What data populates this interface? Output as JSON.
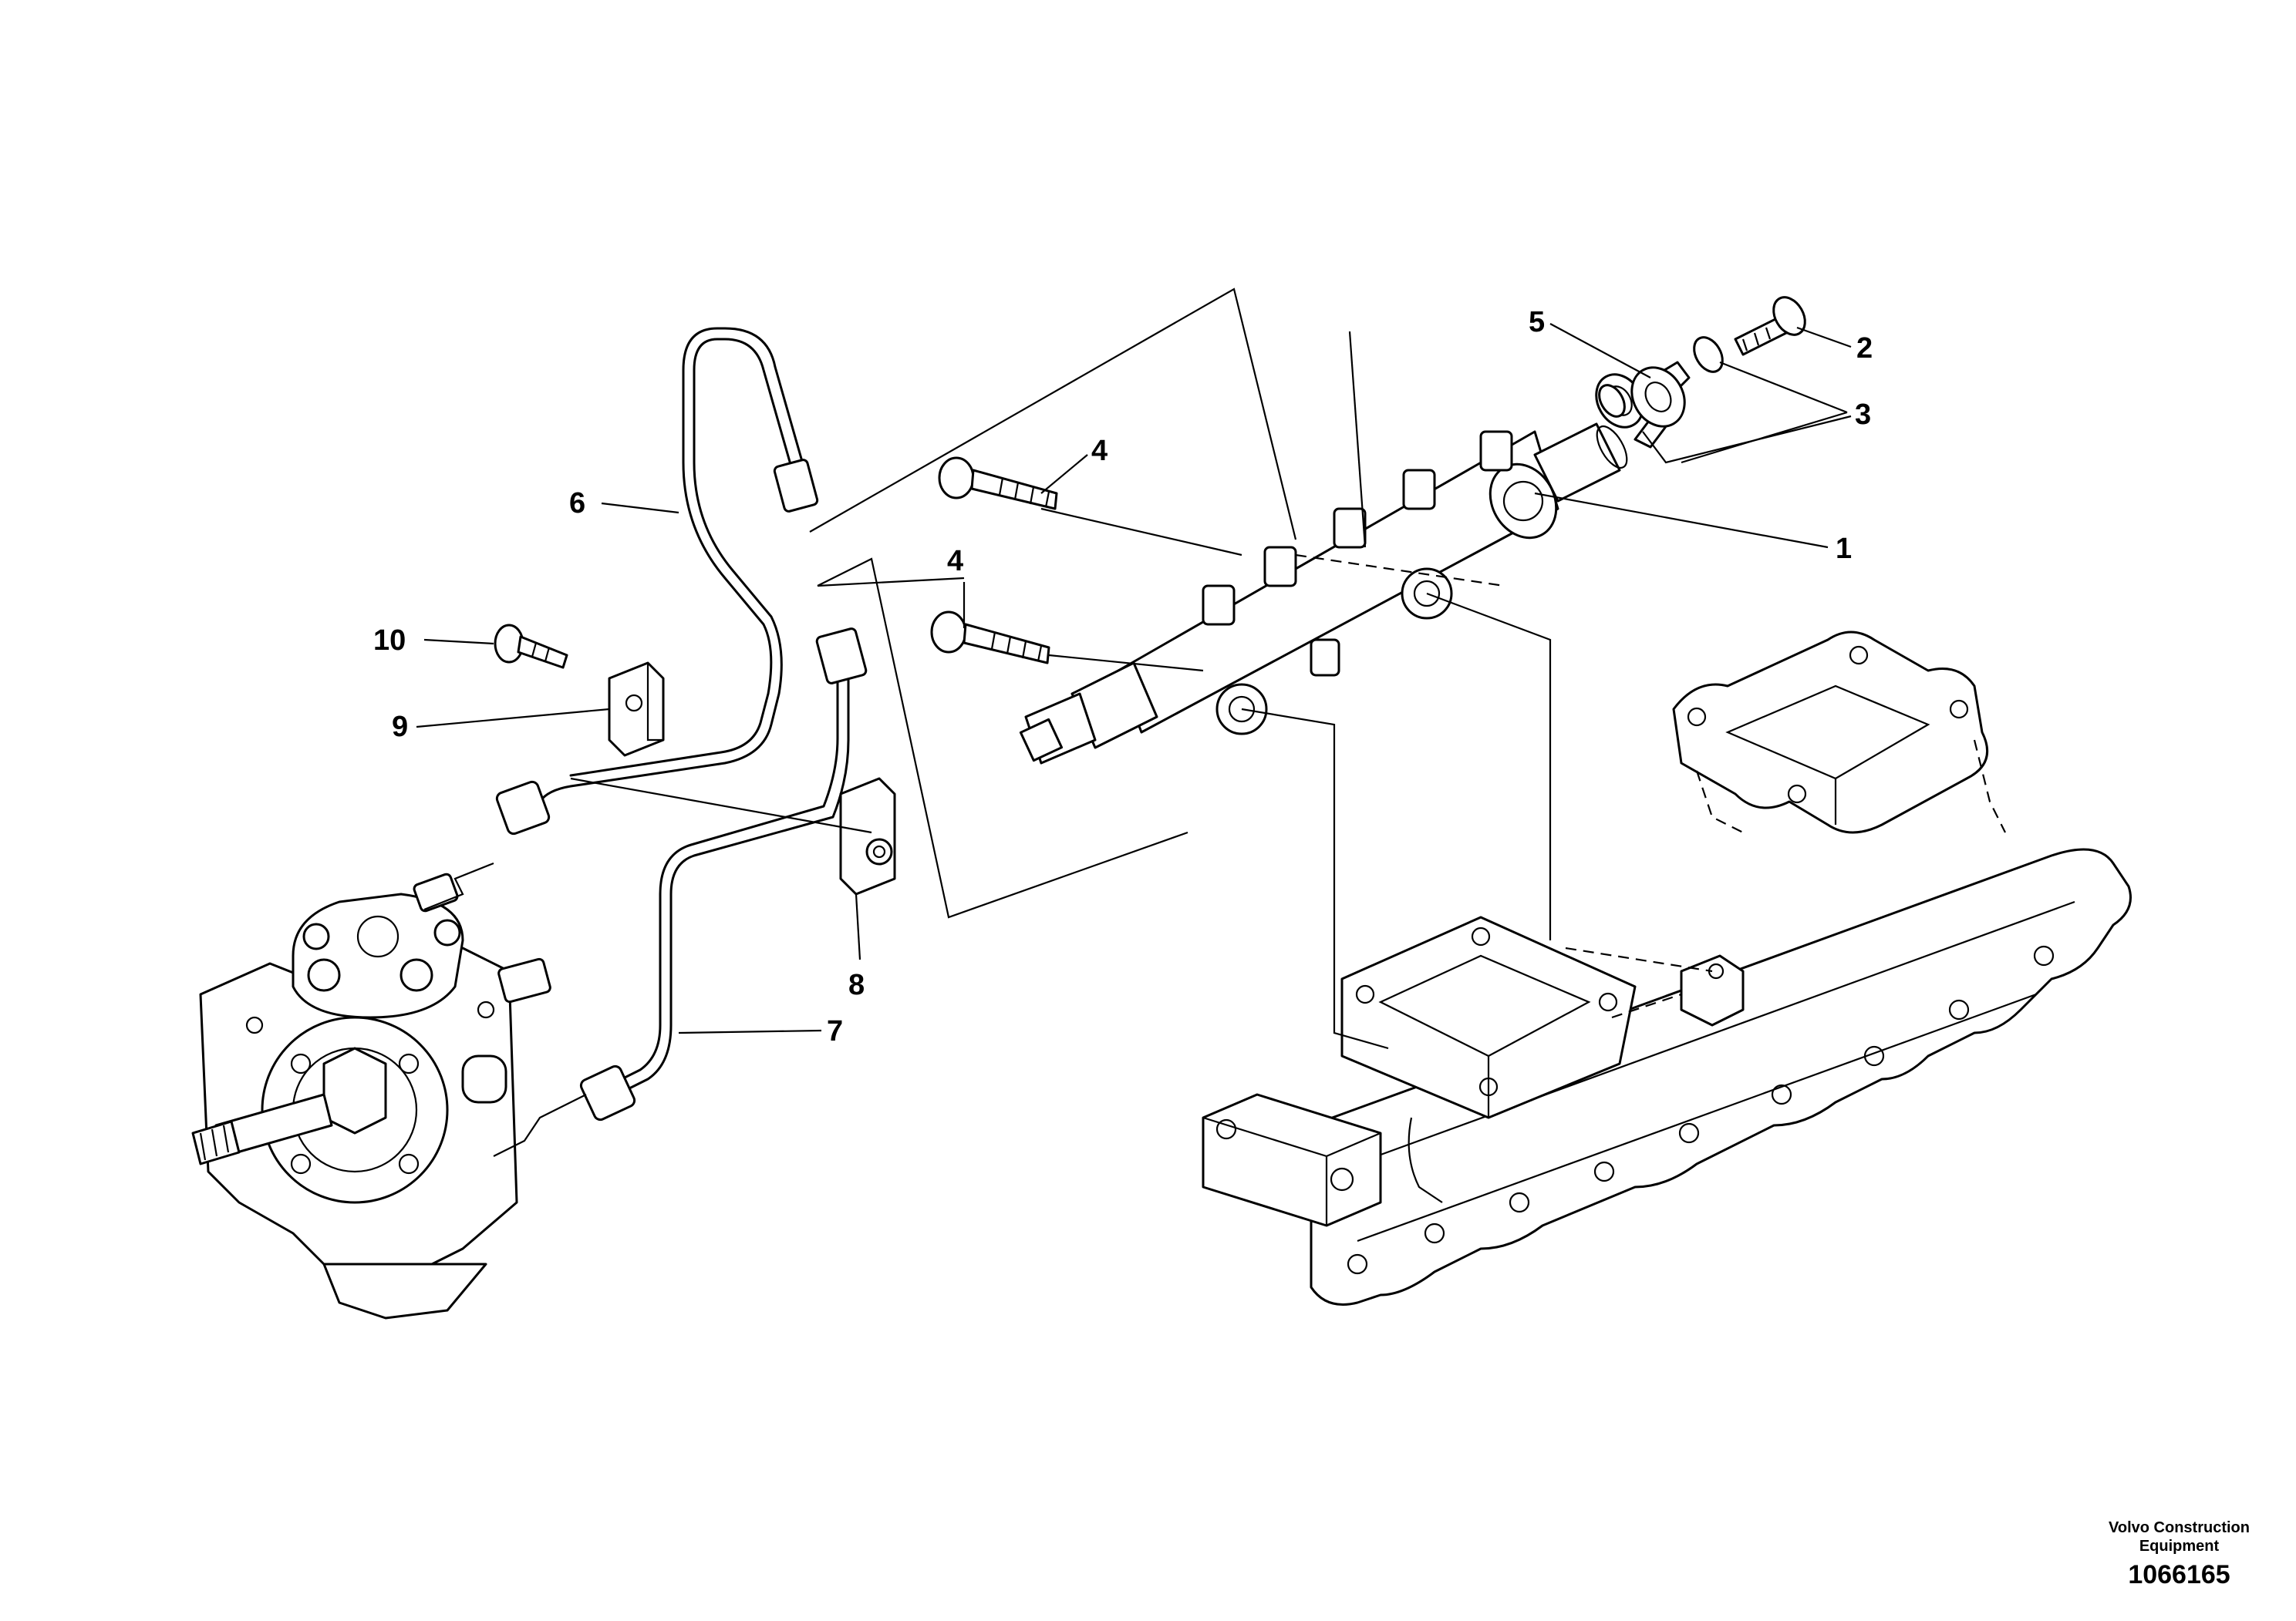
{
  "callouts": {
    "c1": "1",
    "c2": "2",
    "c3": "3",
    "c4a": "4",
    "c4b": "4",
    "c5": "5",
    "c6": "6",
    "c7": "7",
    "c8": "8",
    "c9": "9",
    "c10": "10"
  },
  "footer": {
    "brand_line1": "Volvo Construction",
    "brand_line2": "Equipment",
    "drawing_number": "1066165"
  }
}
